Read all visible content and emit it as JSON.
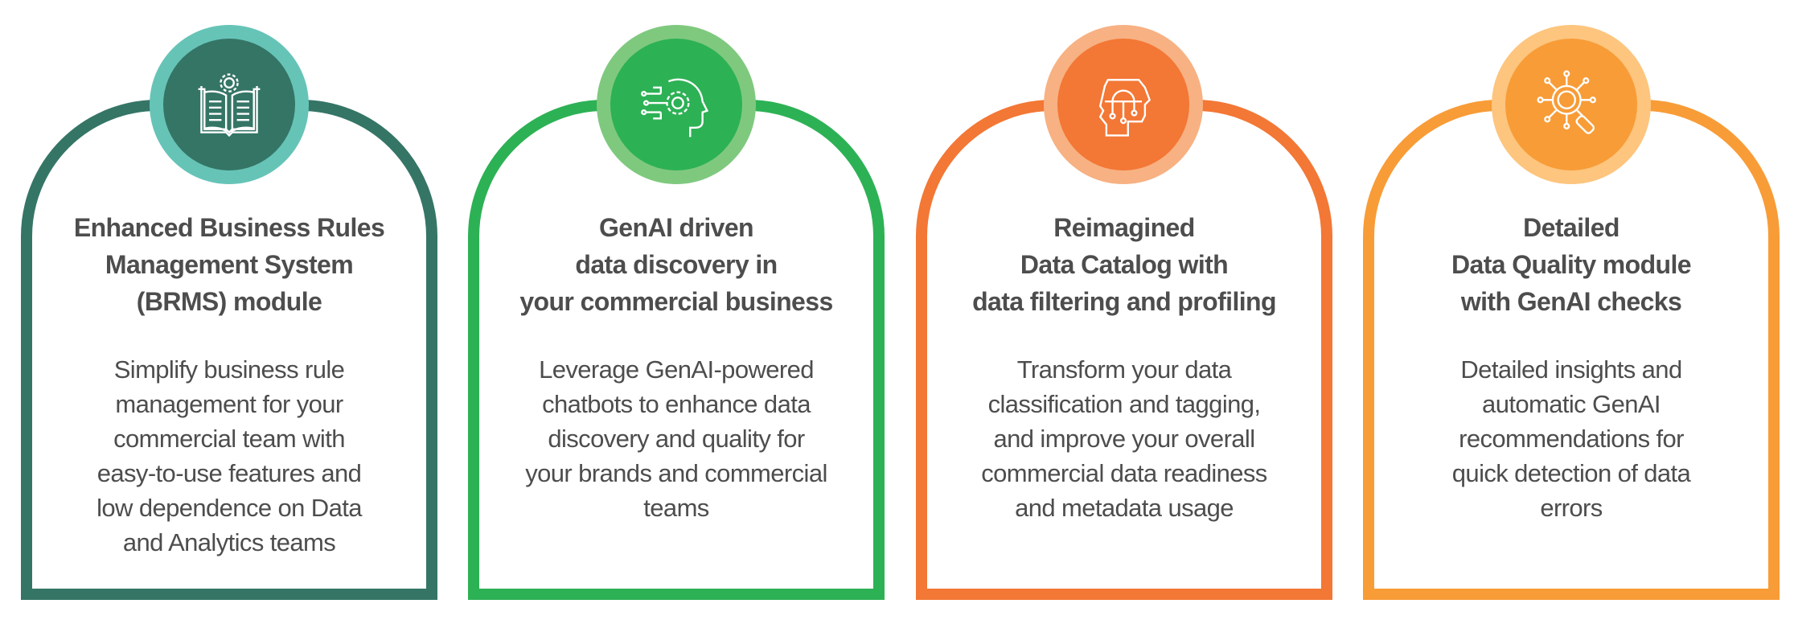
{
  "cards": [
    {
      "icon": "book-gear-icon",
      "title": "Enhanced Business Rules\nManagement System\n(BRMS) module",
      "body": "Simplify business rule\nmanagement for your\ncommercial team with\neasy-to-use features and\nlow dependence on Data\nand Analytics teams",
      "color": "#357566",
      "ring": "#66c4b7"
    },
    {
      "icon": "ai-head-gear-icon",
      "title": "GenAI driven\ndata discovery in\nyour commercial business",
      "body": "Leverage GenAI-powered\nchatbots to enhance data\ndiscovery and quality for\nyour brands and commercial\nteams",
      "color": "#2db155",
      "ring": "#7fc97f"
    },
    {
      "icon": "brain-circuit-head-icon",
      "title": "Reimagined\nData Catalog with\ndata filtering and profiling",
      "body": "Transform your data\nclassification and tagging,\nand improve your overall\ncommercial data readiness\nand metadata usage",
      "color": "#f37735",
      "ring": "#f7b183"
    },
    {
      "icon": "data-magnifier-icon",
      "title": "Detailed\nData Quality module\nwith GenAI checks",
      "body": "Detailed insights and\nautomatic GenAI\nrecommendations for\nquick detection of data\nerrors",
      "color": "#f89c37",
      "ring": "#fdc57e"
    }
  ]
}
